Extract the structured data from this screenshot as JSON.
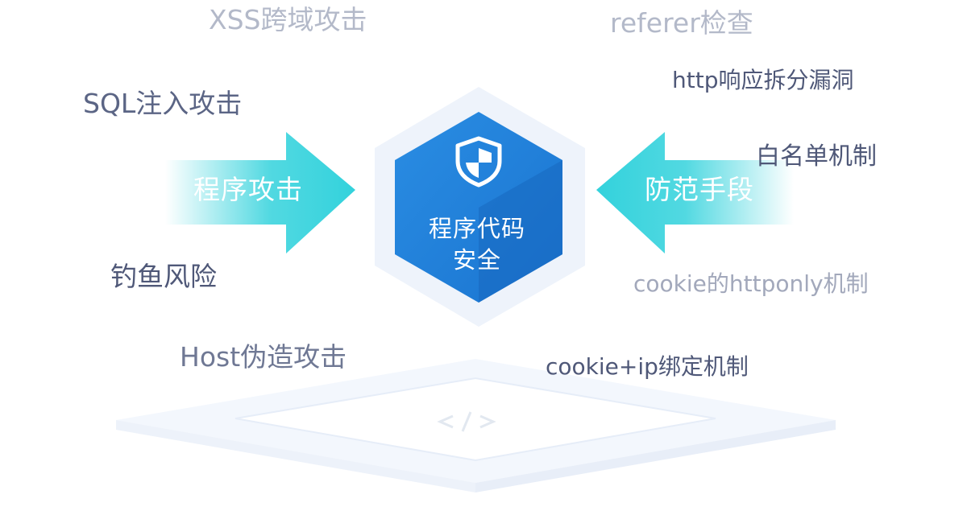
{
  "center": {
    "line1": "程序代码",
    "line2": "安全",
    "icon": "shield-icon"
  },
  "left_arrow": {
    "label": "程序攻击"
  },
  "right_arrow": {
    "label": "防范手段"
  },
  "attacks": {
    "xss": "XSS跨域攻击",
    "sql": "SQL注入攻击",
    "phishing": "钓鱼风险",
    "host": "Host伪造攻击"
  },
  "defenses": {
    "referer": "referer检查",
    "http_split": "http响应拆分漏洞",
    "whitelist": "白名单机制",
    "httponly": "cookie的httponly机制",
    "cookie_ip": "cookie+ip绑定机制"
  },
  "platform": {
    "icon": "code-icon"
  },
  "colors": {
    "hex_front": "#1f80da",
    "hex_dark": "#1667bd",
    "hex_halo": "#eef3fb",
    "arrow_cyan": "#33d2dc",
    "text_dark": "#4f5878",
    "text_light": "#b3b9c9"
  }
}
